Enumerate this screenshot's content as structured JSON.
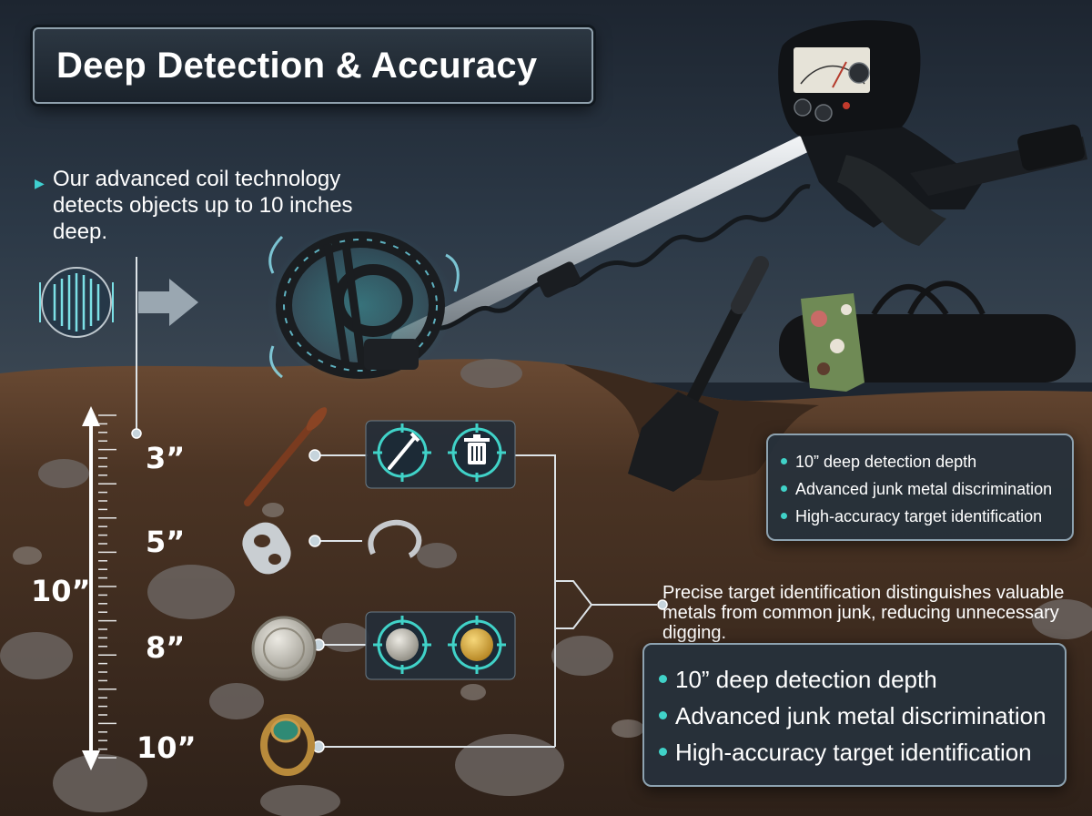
{
  "title": "Deep Detection & Accuracy",
  "intro": {
    "text": "Our advanced coil technology detects objects up to 10 inches deep."
  },
  "depth_scale": {
    "total_label": "10”",
    "markers": [
      "3”",
      "5”",
      "8”",
      "10”"
    ]
  },
  "identification_text": "Precise target identification distinguishes valuable metals from common junk, reducing unnecessary digging.",
  "features_small": [
    "10” deep detection depth",
    "Advanced junk metal discrimination",
    "High-accuracy target identification"
  ],
  "features_large": [
    "10” deep detection depth",
    "Advanced junk metal discrimination",
    "High-accuracy target identification"
  ],
  "icons": {
    "coil": "coil-scan-icon",
    "arrow": "arrow-right-icon",
    "nail_target": "nail-target-icon",
    "trash_target": "trash-target-icon",
    "silver_coin_target": "silver-coin-target-icon",
    "gold_coin_target": "gold-coin-target-icon"
  },
  "colors": {
    "accent": "#40d2c8",
    "sky": "#1e2630",
    "soil": "#4a3324"
  }
}
